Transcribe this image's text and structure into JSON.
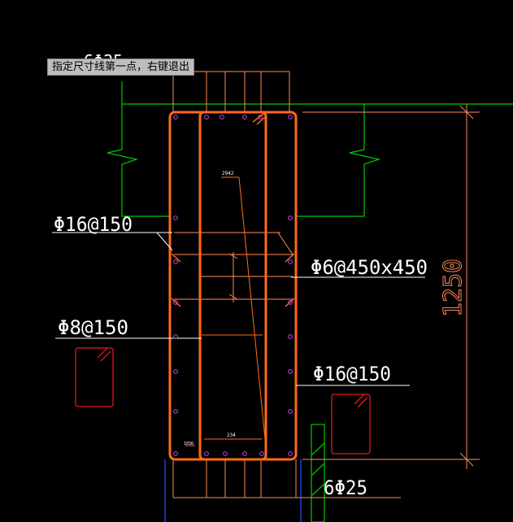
{
  "prompt": {
    "text": "指定尺寸线第一点，右键退出"
  },
  "labels": {
    "top_rebar": "6Φ25",
    "bottom_rebar": "6Φ25",
    "stirrup_left": "Φ16@150",
    "tie": "Φ6@450x450",
    "link": "Φ8@150",
    "stirrup_right": "Φ16@150",
    "dim_height": "1250",
    "dim_small_1": "2942",
    "dim_small_2": "234",
    "dim_small_3": "1036"
  },
  "colors": {
    "background": "#000000",
    "rebar": "#ff6a1a",
    "beam_outline": "#00c800",
    "dimension": "#ff8c5a",
    "red_box": "#e01a1a",
    "rebar_dot": "#d040ff",
    "leader": "#ffffff",
    "blue": "#3050ff"
  }
}
